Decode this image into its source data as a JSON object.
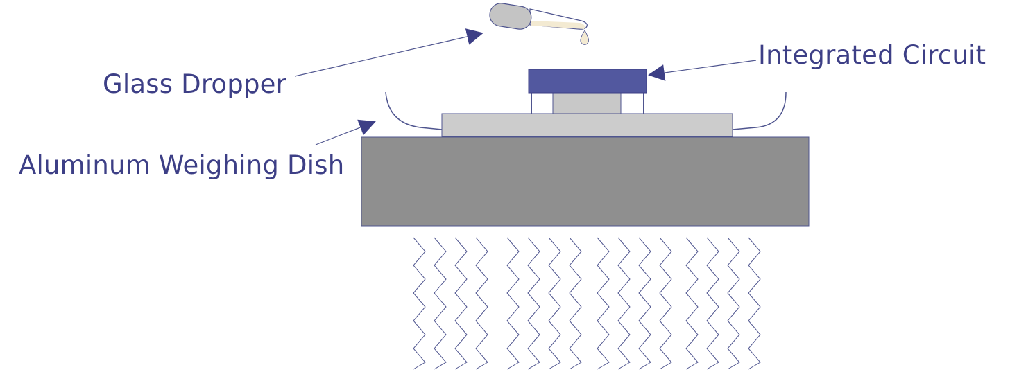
{
  "labels": {
    "glass_dropper": "Glass Dropper",
    "integrated_circuit": "Integrated Circuit",
    "aluminum_weighing_dish": "Aluminum Weighing Dish"
  },
  "colors": {
    "label_text": "#3d3f86",
    "ic_package": "#52589f",
    "line_accent": "#4f558f",
    "hot_plate": "#8f8f8f",
    "dish_base": "#cccccc",
    "die": "#c8c8c8",
    "dropper_bulb": "#c4c4c4",
    "liquid": "#f3ead2"
  }
}
